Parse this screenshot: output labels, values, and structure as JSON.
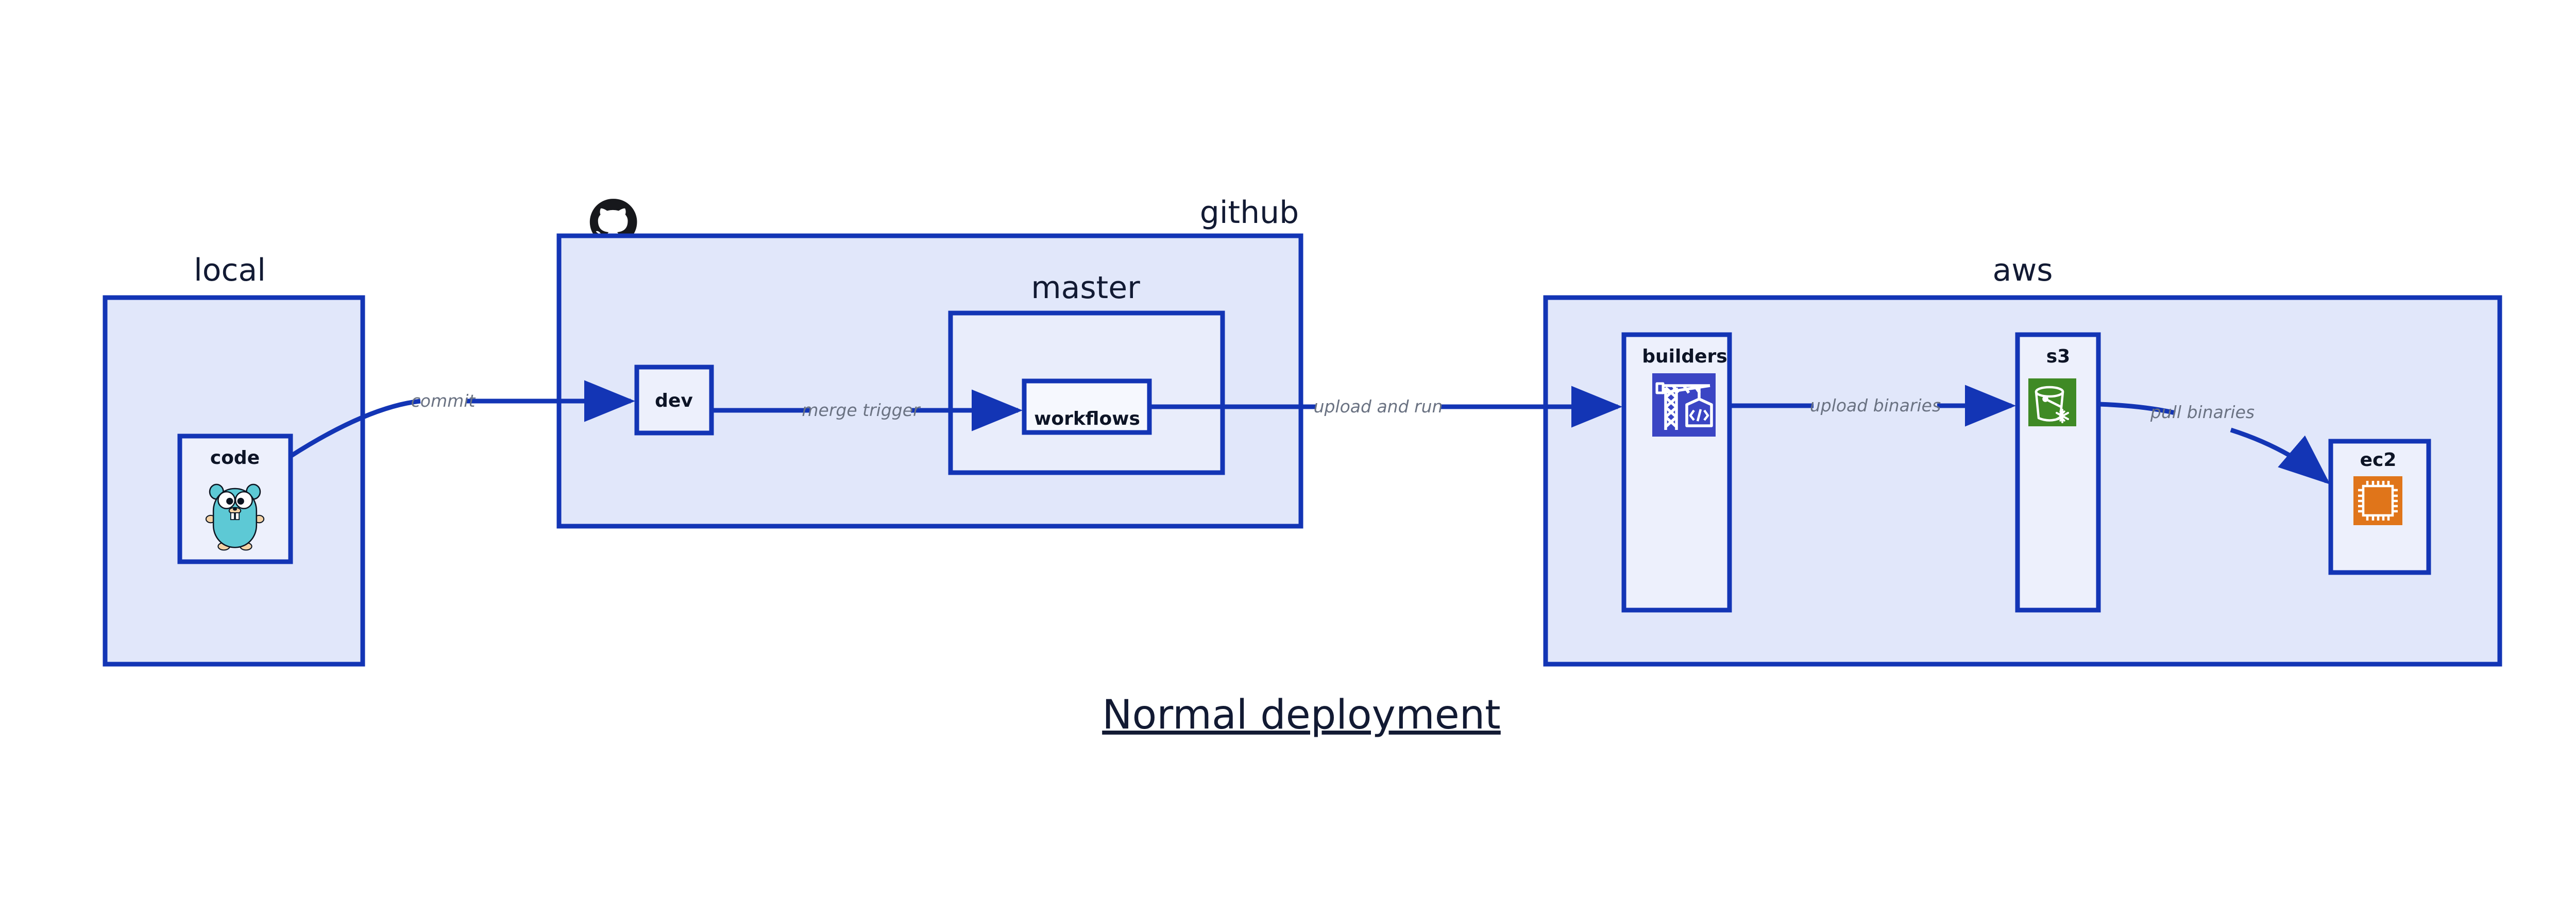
{
  "diagram": {
    "title": "Normal deployment",
    "background_color": "#ffffff",
    "accent_color": "#1335b5",
    "container_fill": "#e1e7fa",
    "label_color": "#6a7282",
    "zones": [
      {
        "id": "local",
        "label": "local",
        "nodes": [
          {
            "id": "code",
            "label": "code",
            "icon": "go-gopher-icon"
          }
        ]
      },
      {
        "id": "github",
        "label": "github",
        "logo": "github-octocat-icon",
        "nodes": [
          {
            "id": "dev",
            "label": "dev",
            "icon": "none"
          }
        ],
        "subzones": [
          {
            "id": "master",
            "label": "master",
            "nodes": [
              {
                "id": "workflows",
                "label": "workflows",
                "icon": "none"
              }
            ]
          }
        ]
      },
      {
        "id": "aws",
        "label": "aws",
        "nodes": [
          {
            "id": "builders",
            "label": "builders",
            "icon": "crane-code-icon",
            "icon_color": "#3b45c4"
          },
          {
            "id": "s3",
            "label": "s3",
            "icon": "s3-bucket-glacier-icon",
            "icon_color": "#3f8a25"
          },
          {
            "id": "ec2",
            "label": "ec2",
            "icon": "cpu-chip-icon",
            "icon_color": "#e0751a"
          }
        ]
      }
    ],
    "edges": [
      {
        "id": "code-to-dev",
        "label": "commit",
        "from": "code",
        "to": "dev"
      },
      {
        "id": "dev-to-workflows",
        "label": "merge trigger",
        "from": "dev",
        "to": "workflows"
      },
      {
        "id": "workflows-to-builders",
        "label": "upload and run",
        "from": "workflows",
        "to": "builders"
      },
      {
        "id": "builders-to-s3",
        "label": "upload binaries",
        "from": "builders",
        "to": "s3"
      },
      {
        "id": "s3-to-ec2",
        "label": "pull binaries",
        "from": "s3",
        "to": "ec2"
      }
    ]
  }
}
